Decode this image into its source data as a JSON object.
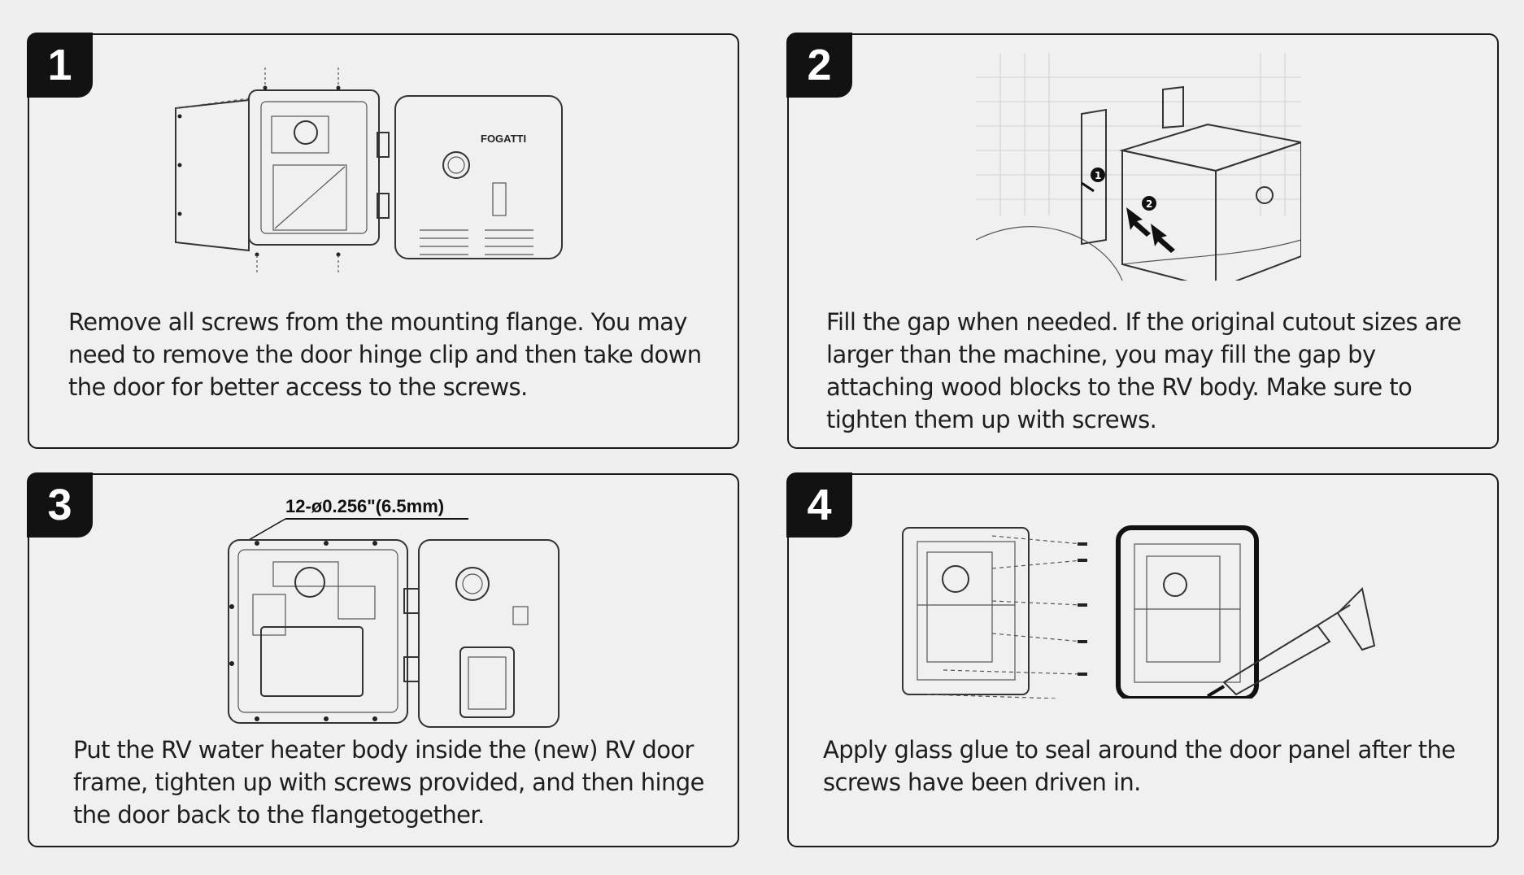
{
  "steps": [
    {
      "number": "1",
      "brand": "FOGATTI",
      "caption": "Remove all screws from the mounting flange. You may need to remove the door hinge clip and then take down the door for better access to the screws."
    },
    {
      "number": "2",
      "markers": [
        "1",
        "2"
      ],
      "caption": "Fill the gap when needed. If the original cutout sizes are larger than the machine, you may fill the gap by attaching wood blocks to the RV body. Make sure to tighten them up with screws."
    },
    {
      "number": "3",
      "dimension_label": "12-ø0.256\"(6.5mm)",
      "caption": "Put the RV water heater body inside the (new) RV door frame, tighten up with screws provided, and then hinge the door back to the flangetogether."
    },
    {
      "number": "4",
      "caption": "Apply glass glue to seal around the door panel after the screws have been driven in."
    }
  ]
}
